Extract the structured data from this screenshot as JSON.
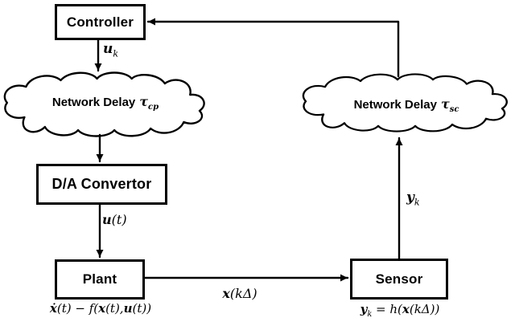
{
  "boxes": {
    "controller": "Controller",
    "da_convertor": "D/A Convertor",
    "plant": "Plant",
    "sensor": "Sensor"
  },
  "clouds": {
    "cp": {
      "prefix": "Network Delay",
      "tau": "τ",
      "sub": "cp"
    },
    "sc": {
      "prefix": "Network Delay",
      "tau": "τ",
      "sub": "sc"
    }
  },
  "signals": {
    "uk": {
      "base": "u",
      "sub": "k"
    },
    "ut": {
      "base": "u",
      "rest": "(t)"
    },
    "xkdelta": {
      "base": "x",
      "rest": "(kΔ)"
    },
    "yk": {
      "base": "y",
      "sub": "k"
    }
  },
  "equations": {
    "plant": {
      "b1": "ẋ",
      "r1": "(t) − f(",
      "b2": "x",
      "r2": "(t),",
      "b3": "u",
      "r3": "(t))"
    },
    "sensor": {
      "b1": "y",
      "sub": "k",
      "r1": " = h(",
      "b2": "x",
      "r2": "(kΔ))"
    }
  },
  "colors": {
    "ink": "#000000",
    "background": "#ffffff"
  }
}
